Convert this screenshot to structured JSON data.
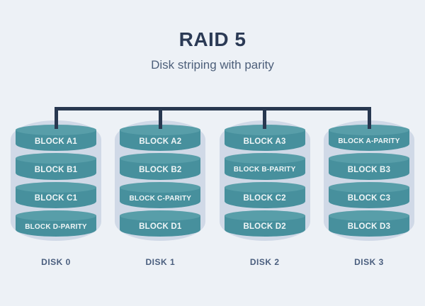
{
  "header": {
    "title": "RAID 5",
    "subtitle": "Disk striping with parity"
  },
  "diagram": {
    "type": "raid-storage-diagram",
    "disks": [
      {
        "label": "DISK 0",
        "blocks": [
          "BLOCK A1",
          "BLOCK B1",
          "BLOCK C1",
          "BLOCK D-PARITY"
        ]
      },
      {
        "label": "DISK 1",
        "blocks": [
          "BLOCK A2",
          "BLOCK B2",
          "BLOCK C-PARITY",
          "BLOCK D1"
        ]
      },
      {
        "label": "DISK 2",
        "blocks": [
          "BLOCK A3",
          "BLOCK B-PARITY",
          "BLOCK C2",
          "BLOCK D2"
        ]
      },
      {
        "label": "DISK 3",
        "blocks": [
          "BLOCK A-PARITY",
          "BLOCK B3",
          "BLOCK C3",
          "BLOCK D3"
        ]
      }
    ],
    "colors": {
      "background": "#edf1f6",
      "title_text": "#2b3a55",
      "subtitle_text": "#4d5f7a",
      "connector_line": "#283850",
      "disk_shell": "#d0d9e7",
      "block_top": "#589ea9",
      "block_body": "#47909d",
      "block_text": "#f0f6f7",
      "disk_label_text": "#4a5e7e"
    }
  }
}
